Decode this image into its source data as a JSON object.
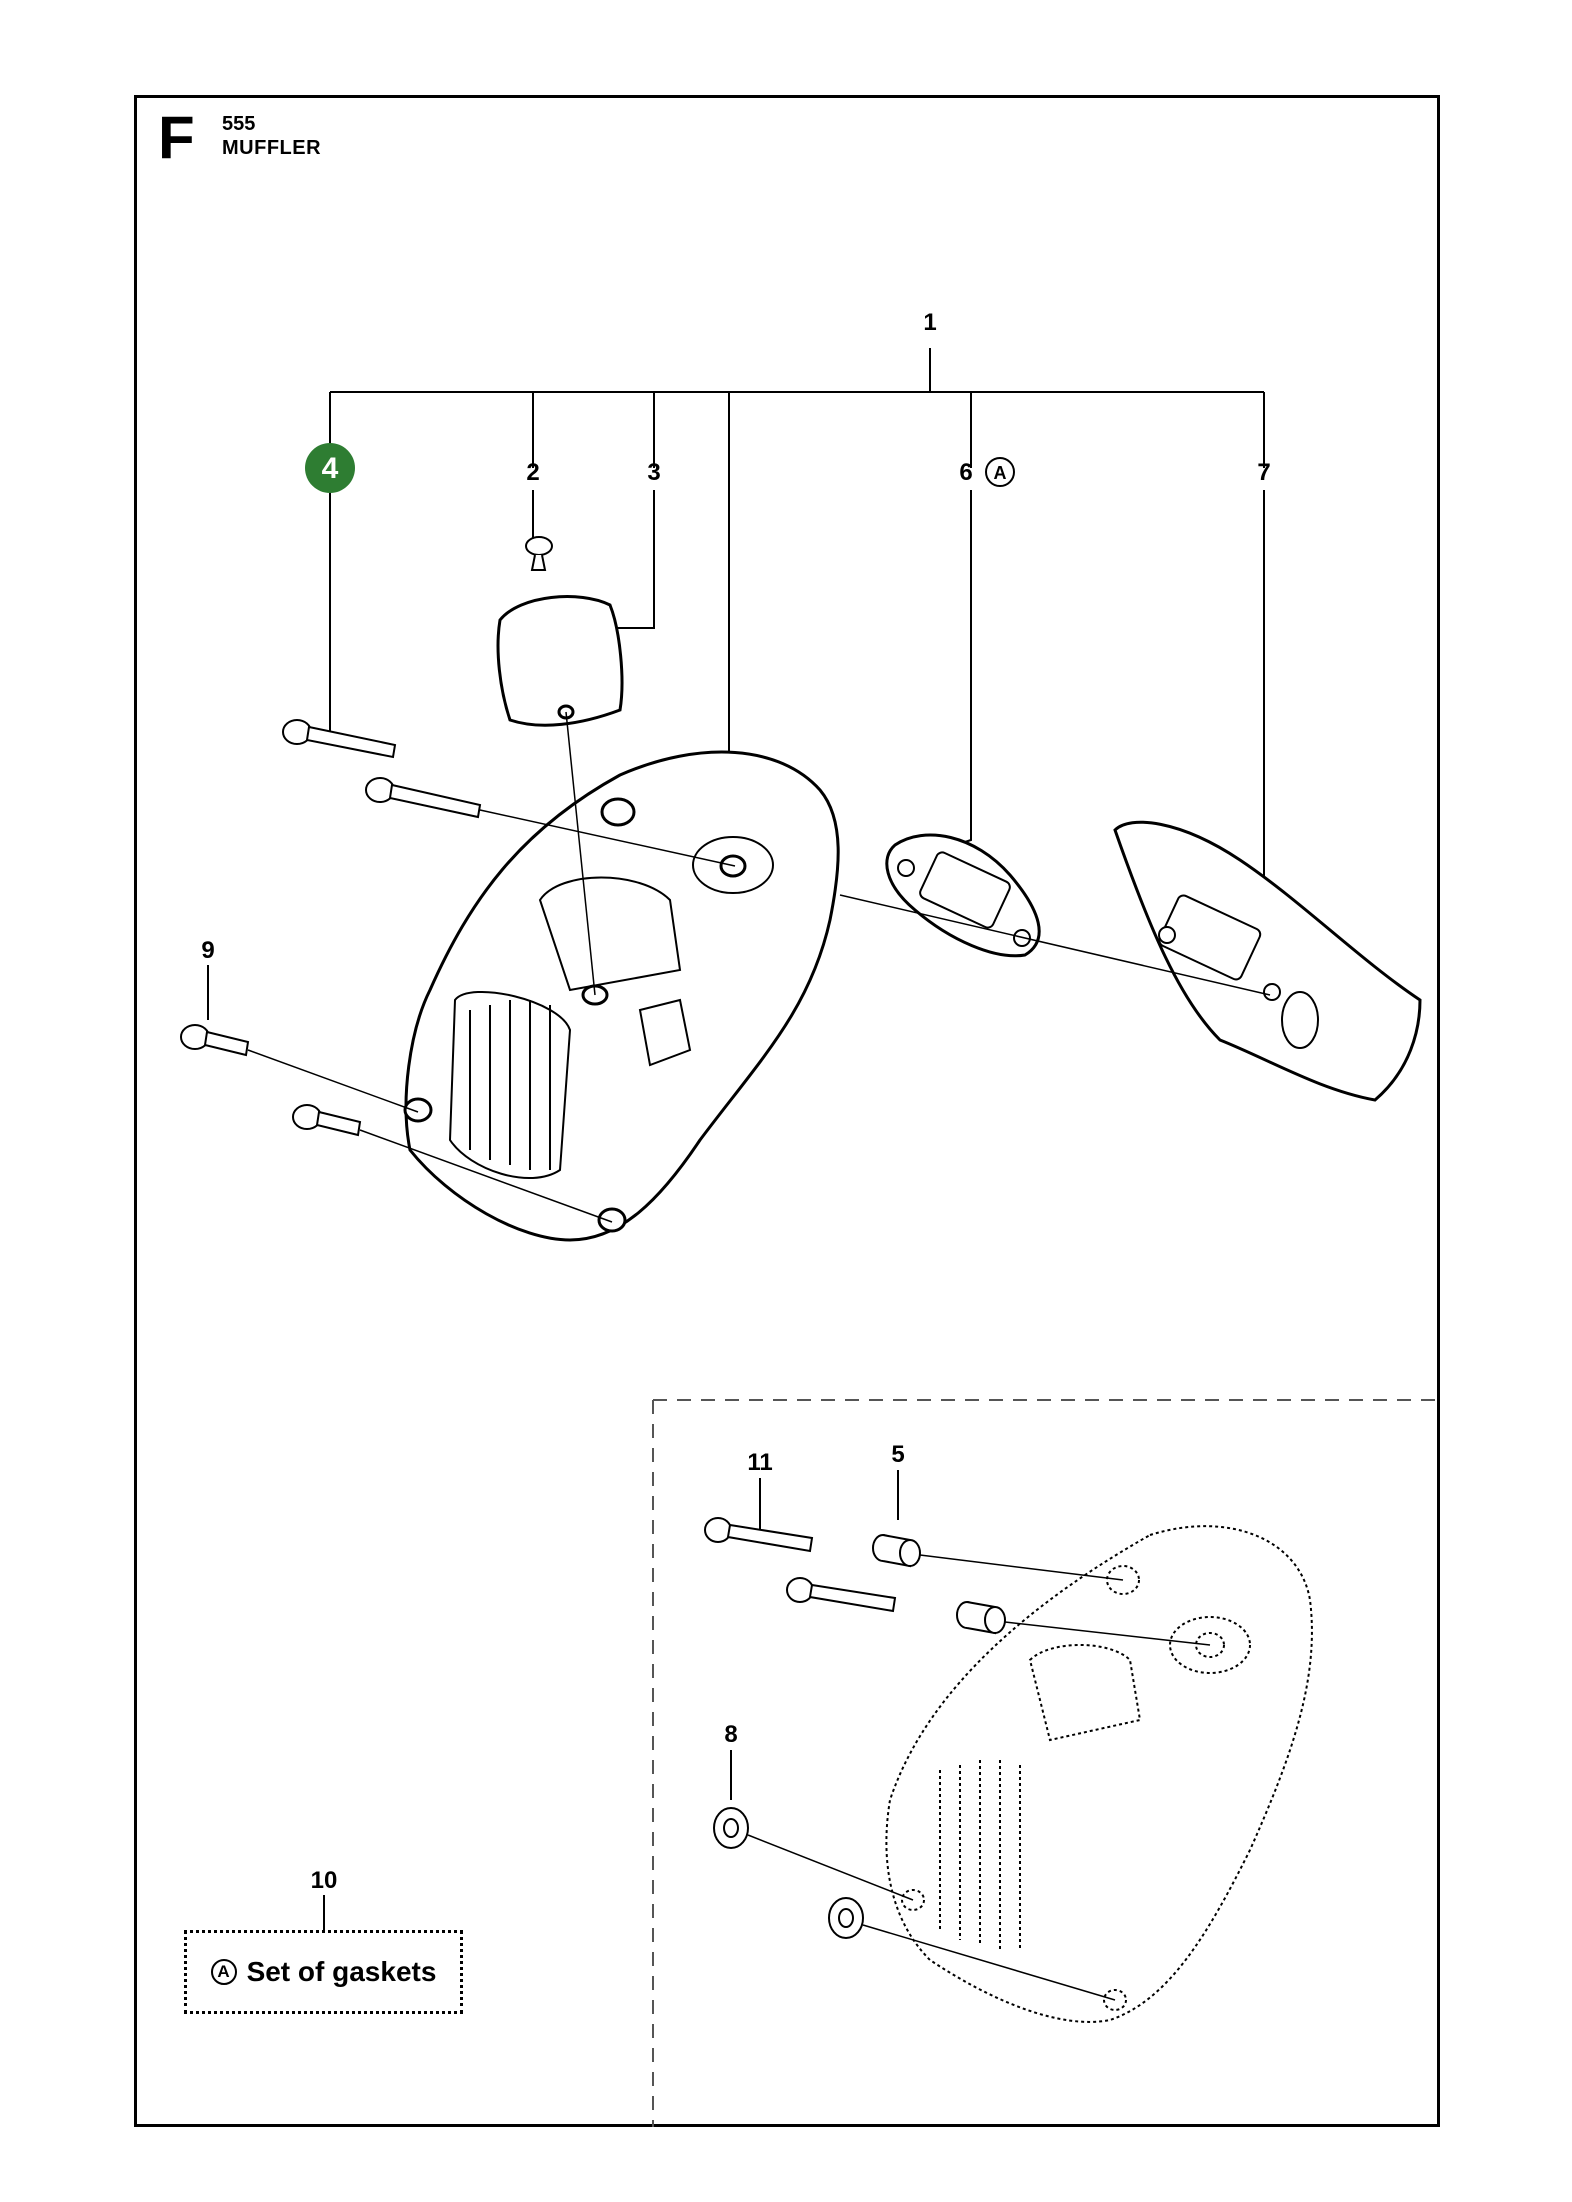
{
  "header": {
    "section_letter": "F",
    "model": "555",
    "title": "MUFFLER"
  },
  "callouts": {
    "c1": "1",
    "c2": "2",
    "c3": "3",
    "c4": "4",
    "c5": "5",
    "c6": "6",
    "c7": "7",
    "c8": "8",
    "c9": "9",
    "c10": "10",
    "c11": "11"
  },
  "marker": {
    "letter": "A"
  },
  "legend": {
    "marker": "A",
    "text": "Set of gaskets"
  },
  "colors": {
    "highlight_badge": "#2e7d32",
    "line": "#000000"
  }
}
